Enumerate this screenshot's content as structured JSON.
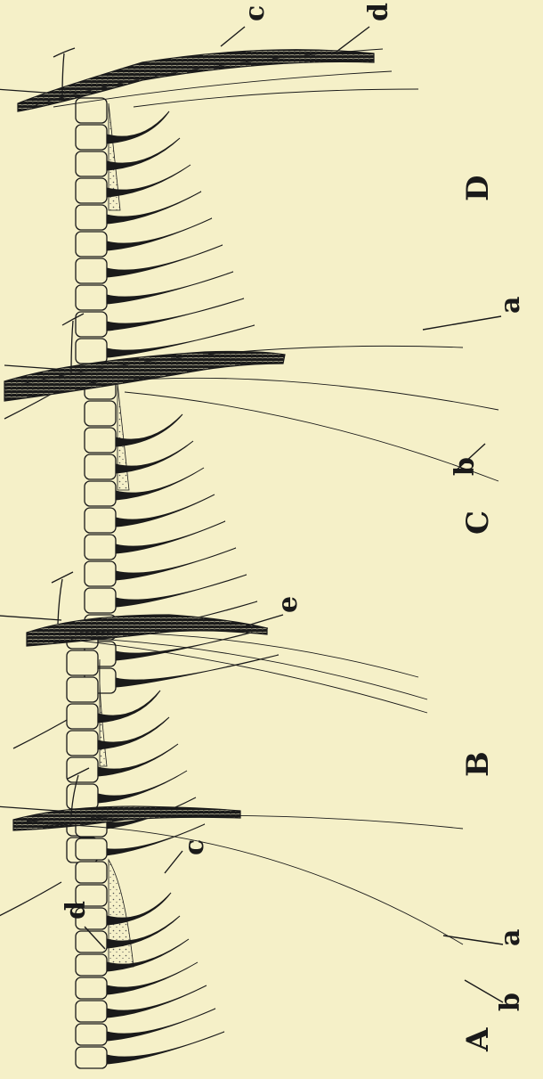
{
  "background_color": "#f5f0c8",
  "ink_color": "#1a1a1a",
  "panels": [
    {
      "id": "A",
      "label": "A",
      "parts": [
        "d",
        "c",
        "a",
        "b"
      ]
    },
    {
      "id": "B",
      "label": "B",
      "parts": [
        "e"
      ]
    },
    {
      "id": "C",
      "label": "C",
      "parts": [
        "a",
        "b"
      ]
    },
    {
      "id": "D",
      "label": "D",
      "parts": [
        "c",
        "d"
      ]
    }
  ]
}
